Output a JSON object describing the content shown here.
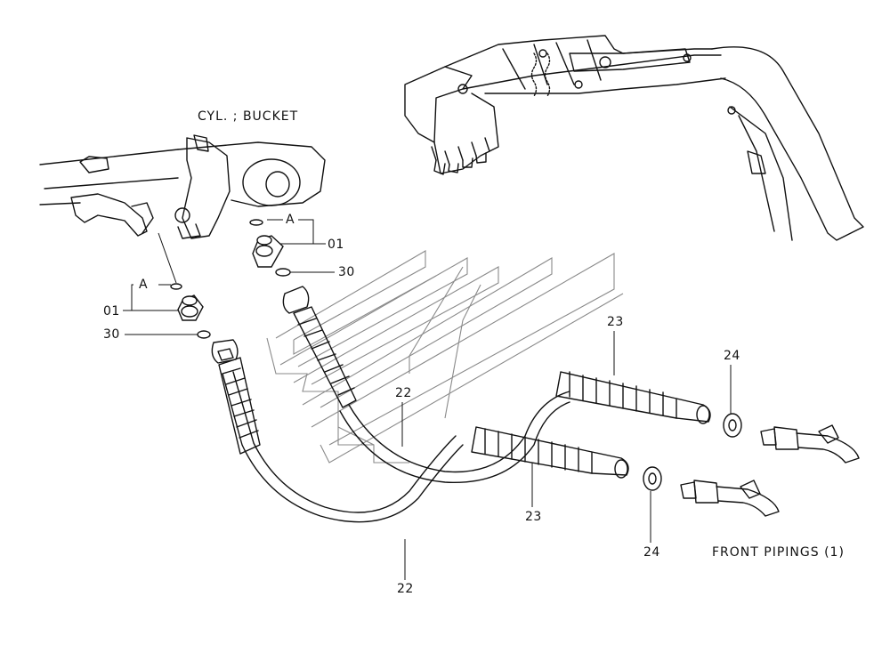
{
  "labels": {
    "cyl_bucket": "CYL. ; BUCKET",
    "front_pipings": "FRONT PIPINGS (1)",
    "a_top": "A",
    "a_left": "A",
    "p01_top": "01",
    "p01_left": "01",
    "p30_top": "30",
    "p30_left": "30",
    "p22_upper": "22",
    "p22_lower": "22",
    "p23_upper": "23",
    "p23_lower": "23",
    "p24_upper": "24",
    "p24_lower": "24"
  },
  "colors": {
    "line": "#111111",
    "watermark": "#8a8a8a",
    "background": "#ffffff"
  }
}
